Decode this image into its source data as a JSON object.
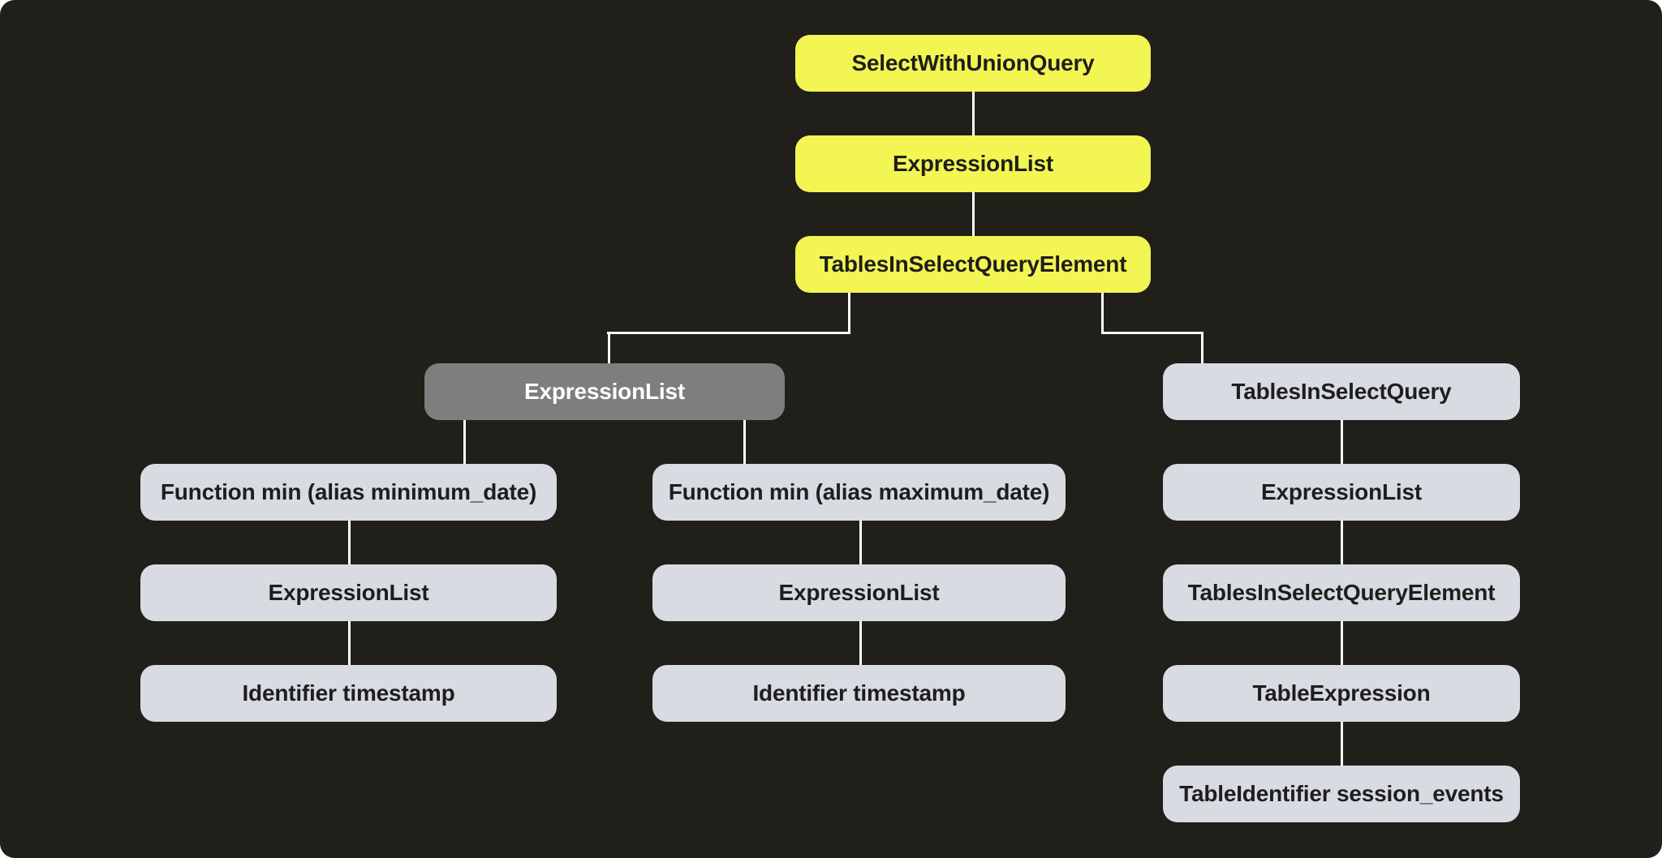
{
  "diagram": {
    "description": "SQL abstract syntax tree",
    "colors": {
      "bg": "#201f1a",
      "node-highlight": "#f3f553",
      "node-default": "#d8dbe2",
      "node-selected": "#7e7e7e",
      "text-dark": "#1e1e1c",
      "text-light": "#ffffff",
      "edge": "#ffffff"
    },
    "nodes": [
      {
        "id": "n0",
        "label": "SelectWithUnionQuery",
        "variant": "highlight"
      },
      {
        "id": "n1",
        "label": "ExpressionList",
        "variant": "highlight"
      },
      {
        "id": "n2",
        "label": "TablesInSelectQueryElement",
        "variant": "highlight"
      },
      {
        "id": "n3",
        "label": "ExpressionList",
        "variant": "selected"
      },
      {
        "id": "n4",
        "label": "TablesInSelectQuery",
        "variant": "default"
      },
      {
        "id": "n5",
        "label": "Function min (alias minimum_date)",
        "variant": "default"
      },
      {
        "id": "n6",
        "label": "Function min (alias maximum_date)",
        "variant": "default"
      },
      {
        "id": "n7",
        "label": "ExpressionList",
        "variant": "default"
      },
      {
        "id": "n8",
        "label": "ExpressionList",
        "variant": "default"
      },
      {
        "id": "n9",
        "label": "ExpressionList",
        "variant": "default"
      },
      {
        "id": "n10",
        "label": "TablesInSelectQueryElement",
        "variant": "default"
      },
      {
        "id": "n11",
        "label": "Identifier timestamp",
        "variant": "default"
      },
      {
        "id": "n12",
        "label": "Identifier timestamp",
        "variant": "default"
      },
      {
        "id": "n13",
        "label": "TableExpression",
        "variant": "default"
      },
      {
        "id": "n14",
        "label": "TableIdentifier session_events",
        "variant": "default"
      }
    ],
    "edges": [
      {
        "from": "n0",
        "to": "n1"
      },
      {
        "from": "n1",
        "to": "n2"
      },
      {
        "from": "n2",
        "to": "n3"
      },
      {
        "from": "n2",
        "to": "n4"
      },
      {
        "from": "n3",
        "to": "n5"
      },
      {
        "from": "n3",
        "to": "n6"
      },
      {
        "from": "n4",
        "to": "n7"
      },
      {
        "from": "n5",
        "to": "n8"
      },
      {
        "from": "n6",
        "to": "n9"
      },
      {
        "from": "n7",
        "to": "n10"
      },
      {
        "from": "n8",
        "to": "n11"
      },
      {
        "from": "n9",
        "to": "n12"
      },
      {
        "from": "n10",
        "to": "n13"
      },
      {
        "from": "n13",
        "to": "n14"
      }
    ]
  }
}
